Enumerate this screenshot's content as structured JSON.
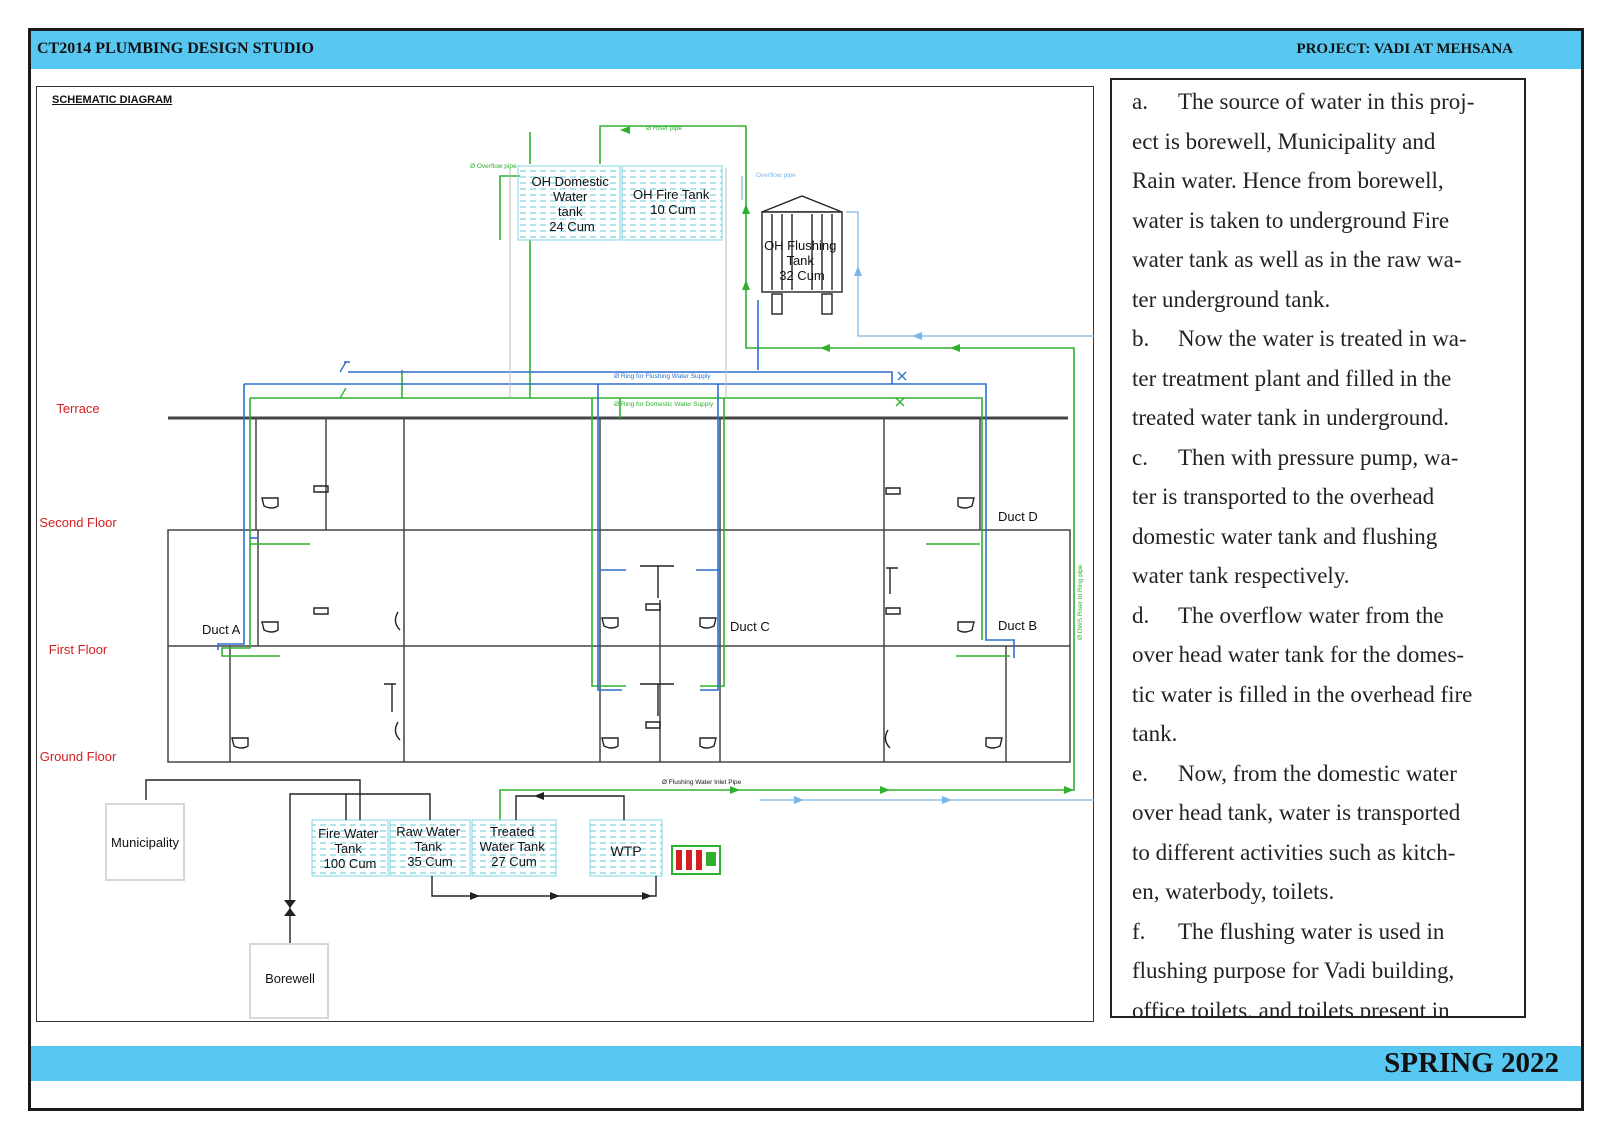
{
  "header": {
    "left": "CT2014 PLUMBING DESIGN STUDIO",
    "right": "PROJECT: VADI AT MEHSANA"
  },
  "footer": {
    "text": "SPRING 2022"
  },
  "diagram": {
    "title": "SCHEMATIC DIAGRAM",
    "floors": {
      "terrace": "Terrace",
      "second": "Second Floor",
      "first": "First Floor",
      "ground": "Ground Floor"
    },
    "ducts": {
      "a": "Duct A",
      "b": "Duct B",
      "c": "Duct C",
      "d": "Duct D"
    },
    "tanks": {
      "oh_domestic": [
        "OH Domestic",
        "Water",
        "tank",
        "24 Cum"
      ],
      "oh_fire": [
        "OH Fire Tank",
        "10 Cum"
      ],
      "oh_flushing": [
        "OH Flushing",
        "Tank",
        "32 Cum"
      ],
      "fire_water": [
        "Fire Water",
        "Tank",
        "100 Cum"
      ],
      "raw_water": [
        "Raw Water",
        "Tank",
        "35 Cum"
      ],
      "treated_water": [
        "Treated",
        "Water Tank",
        "27 Cum"
      ],
      "wtp": "WTP"
    },
    "sources": {
      "municipality": "Municipality",
      "borewell": "Borewell"
    },
    "pipe_labels": {
      "riser": "Ø    Riser pipe",
      "overflow_left": "Ø    Overflow pipe",
      "overflow_right": "Overflow pipe",
      "ring_flushing": "Ø     Ring for Flushing Water Supply",
      "ring_domestic": "Ø     Ring for Domestic Water Supply",
      "flushing_inlet": "Ø     Flushing Water Inlet Pipe",
      "dws_riser": "Ø   DWS Riser to Ring pipe"
    }
  },
  "notes": [
    {
      "key": "a.",
      "lines": [
        "The source of water in this proj-",
        "ect is borewell, Municipality and",
        "Rain water. Hence from borewell,",
        "water is taken to underground Fire",
        "water tank as well as in the raw wa-",
        "ter underground tank."
      ]
    },
    {
      "key": "b.",
      "lines": [
        "Now the water is treated in wa-",
        "ter treatment plant and filled in the",
        "treated water tank in underground."
      ]
    },
    {
      "key": "c.",
      "lines": [
        "Then with pressure pump, wa-",
        "ter is transported to the overhead",
        "domestic water tank and flushing",
        "water tank respectively."
      ]
    },
    {
      "key": "d.",
      "lines": [
        "The overflow water from the",
        "over head water tank for the domes-",
        "tic water is filled in the overhead fire",
        "tank."
      ]
    },
    {
      "key": "e.",
      "lines": [
        "Now, from the domestic water",
        "over head tank, water is transported",
        "to different activities such as kitch-",
        "en, waterbody, toilets."
      ]
    },
    {
      "key": "f.",
      "lines": [
        "The flushing water is used in",
        "flushing purpose for Vadi building,",
        "office toilets, and toilets present in"
      ]
    }
  ],
  "colors": {
    "header": "#58c8f2",
    "domestic_pipe": "#2fb02f",
    "flushing_pipe": "#2f6fd0",
    "floor_label": "#d42020",
    "tank_water": "#7fd6e6"
  }
}
